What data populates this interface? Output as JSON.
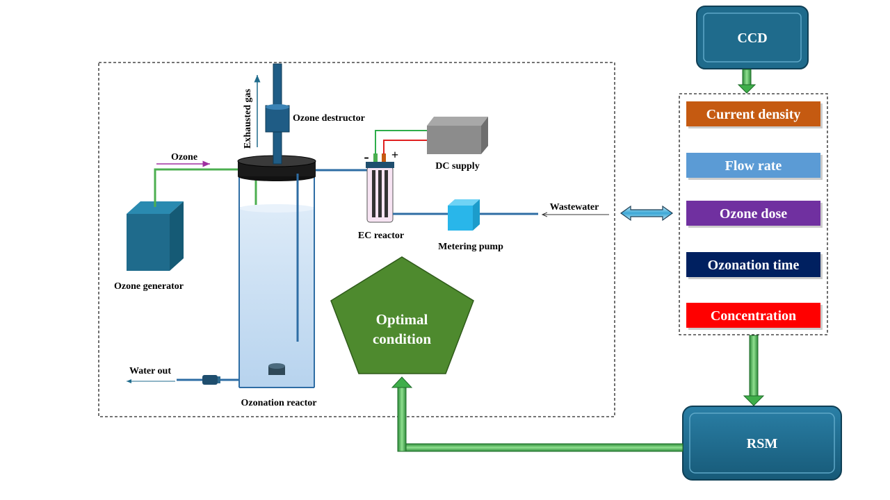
{
  "ccd_label": "CCD",
  "rsm_label": "RSM",
  "optimal_label_line1": "Optimal",
  "optimal_label_line2": "condition",
  "factors": [
    {
      "label": "Current density",
      "color": "#C55A11"
    },
    {
      "label": "Flow rate",
      "color": "#5B9BD5"
    },
    {
      "label": "Ozone dose",
      "color": "#7030A0"
    },
    {
      "label": "Ozonation time",
      "color": "#002060"
    },
    {
      "label": "Concentration",
      "color": "#FF0000"
    }
  ],
  "labels": {
    "ozone_destructor": "Ozone destructor",
    "exhausted_gas": "Exhausted gas",
    "dc_supply": "DC supply",
    "ozone": "Ozone",
    "ec_reactor": "EC reactor",
    "metering_pump": "Metering pump",
    "wastewater": "Wastewater",
    "ozone_generator": "Ozone generator",
    "water_out": "Water out",
    "ozonation_reactor": "Ozonation reactor",
    "minus": "-",
    "plus": "+"
  },
  "colors": {
    "box_teal": "#1F6B8C",
    "pipe_blue": "#2E6DA4",
    "gas_green": "#4CAF50",
    "pentagon_green": "#4E8A2E",
    "arrow_green": "#3FAE4A",
    "ozone_arrow": "#A030A0"
  }
}
